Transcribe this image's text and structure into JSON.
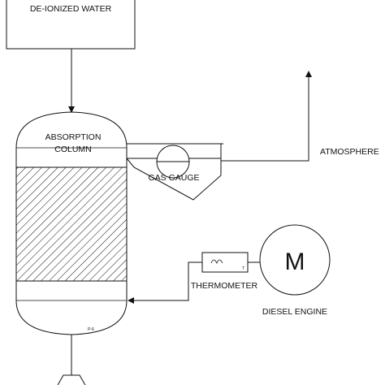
{
  "diagram": {
    "labels": {
      "deionized_water": "DE-IONIZED WATER",
      "absorption_line1": "ABSORPTION",
      "absorption_line2": "COLUMN",
      "atmosphere": "ATMOSPHERE",
      "gas_gauge": "GAS GAUGE",
      "thermometer": "THERMOMETER",
      "thermometer_tag": "T",
      "motor_symbol": "M",
      "diesel_engine": "DIESEL ENGINE",
      "column_tag": "P-6"
    },
    "colors": {
      "stroke": "#111111",
      "background": "#ffffff"
    }
  }
}
